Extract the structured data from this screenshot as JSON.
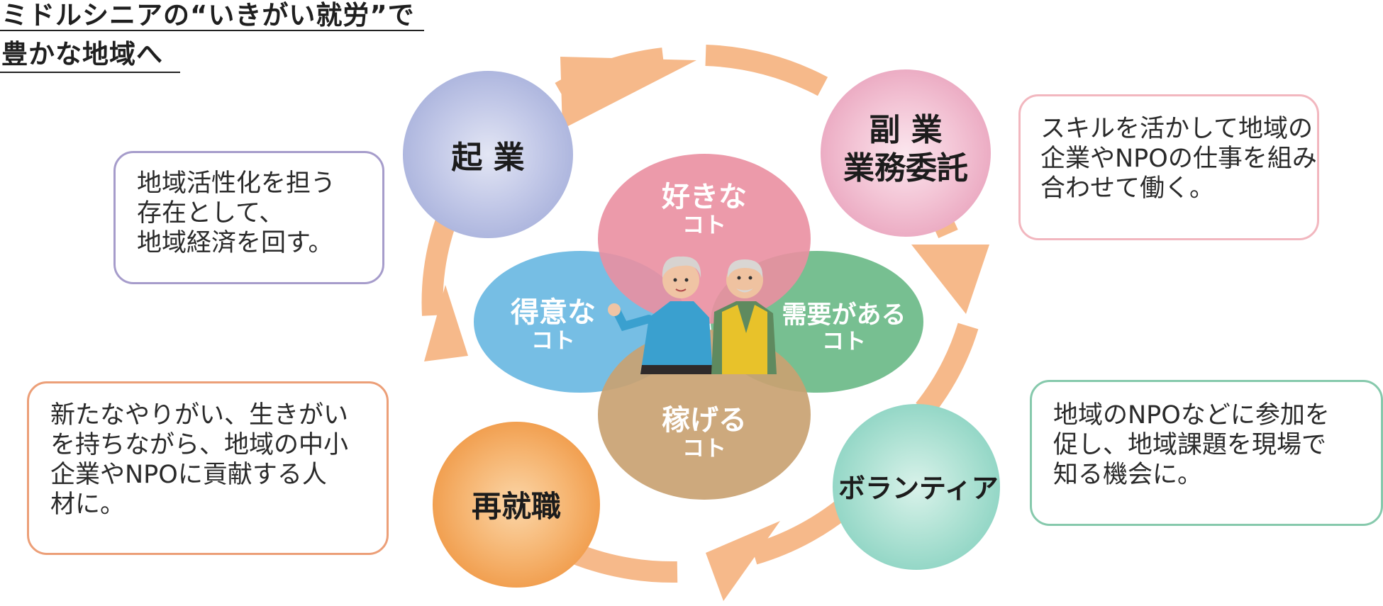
{
  "title": {
    "line1": "ミドルシニアの“いきがい就労”で",
    "line2": "豊かな地域へ"
  },
  "cycle": {
    "kigyo": {
      "label": "起 業",
      "color": "#aab3dc"
    },
    "fukugyo": {
      "line1": "副 業",
      "line2": "業務委託",
      "color": "#eeaac4"
    },
    "volunteer": {
      "label": "ボランティア",
      "color": "#8fd6c6"
    },
    "saishushoku": {
      "label": "再就職",
      "color": "#f3a860"
    },
    "arrow_color": "#f6b98a"
  },
  "center": {
    "suki": {
      "main": "好きな",
      "sub": "コト",
      "color": "#ea8fa1"
    },
    "tokui": {
      "main": "得意な",
      "sub": "コト",
      "color": "#6cb9e2"
    },
    "juyo": {
      "main": "需要がある",
      "sub": "コト",
      "color": "#6dba89"
    },
    "kasegu": {
      "main": "稼げる",
      "sub": "コト",
      "color": "#c9a272"
    }
  },
  "boxes": {
    "kigyo": {
      "lines": [
        "地域活性化を担う",
        "存在として、",
        "地域経済を回す。"
      ],
      "border": "#a69ccb"
    },
    "fukugyo": {
      "lines": [
        "スキルを活かして地域の",
        "企業やNPOの仕事を組み",
        "合わせて働く。"
      ],
      "border": "#f2b7bf"
    },
    "saishushoku": {
      "lines": [
        "新たなやりがい、生きがい",
        "を持ちながら、地域の中小",
        "企業やNPOに貢献する人",
        "材に。"
      ],
      "border": "#ec9f78"
    },
    "volunteer": {
      "lines": [
        "地域のNPOなどに参加を",
        "促し、地域課題を現場で",
        "知る機会に。"
      ],
      "border": "#86c9ac"
    }
  },
  "people_icon": "senior-couple-illustration"
}
